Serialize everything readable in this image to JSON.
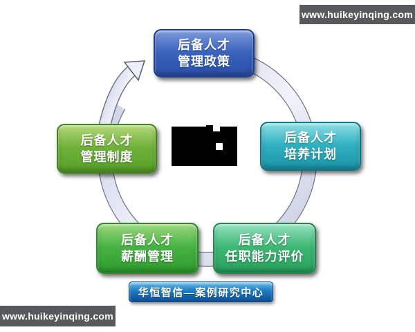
{
  "page": {
    "background": "#ffffff"
  },
  "watermark": {
    "text": "www.huikeyinqing.com",
    "bar_color": "#58595b",
    "text_color": "#ffffff"
  },
  "footer_badge": {
    "text": "华恒智信—案例研究中心",
    "colors": {
      "top": "#6cc0e8",
      "mid": "#1f7ec2",
      "bottom": "#0a4e95",
      "border": "#0a3a6e"
    }
  },
  "center_redaction": {
    "description": "redacted-logo-block",
    "color": "#000000"
  },
  "cycle": {
    "direction": "clockwise",
    "ring_colors": {
      "band_light": "#f1f3fb",
      "band_dark": "#c3c9de",
      "outline": "#6f7488"
    },
    "items": [
      {
        "id": "policy",
        "line1": "后备人才",
        "line2": "管理政策",
        "colors": {
          "top": "#7d9bdb",
          "mid": "#3b63bd",
          "bottom": "#2a50a8",
          "border": "#1c3c8f"
        }
      },
      {
        "id": "training",
        "line1": "后备人才",
        "line2": "培养计划",
        "colors": {
          "top": "#8fdfe4",
          "mid": "#2fb0c0",
          "bottom": "#1a95a8",
          "border": "#0e7487"
        }
      },
      {
        "id": "evaluation",
        "line1": "后备人才",
        "line2": "任职能力评价",
        "colors": {
          "top": "#93dfbe",
          "mid": "#3cb873",
          "bottom": "#27a05e",
          "border": "#1b8a4c"
        }
      },
      {
        "id": "compensation",
        "line1": "后备人才",
        "line2": "薪酬管理",
        "colors": {
          "top": "#9ad77c",
          "mid": "#46b243",
          "bottom": "#2f9c2e",
          "border": "#2b8a2b"
        }
      },
      {
        "id": "system",
        "line1": "后备人才",
        "line2": "管理制度",
        "colors": {
          "top": "#b3d878",
          "mid": "#6fb03a",
          "bottom": "#54a028",
          "border": "#44831c"
        }
      }
    ]
  }
}
